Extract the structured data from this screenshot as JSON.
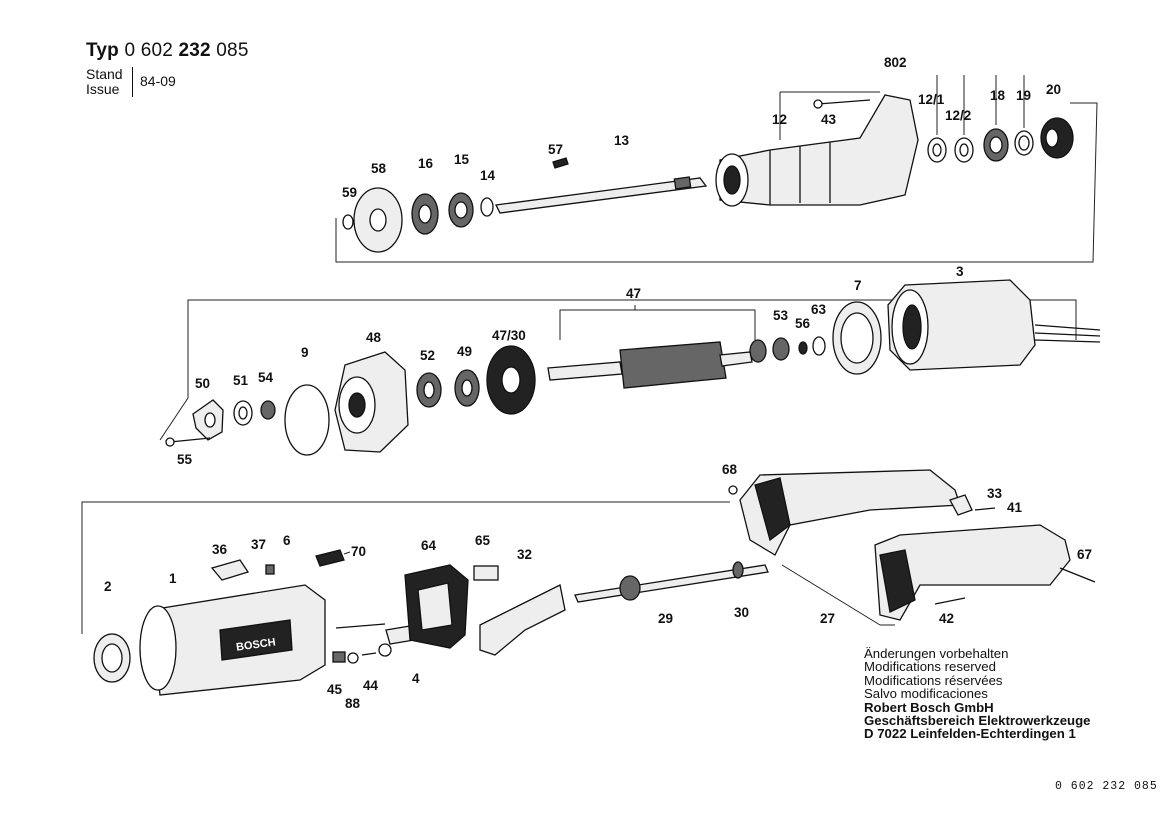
{
  "header": {
    "typ_label": "Typ",
    "typ_number_prefix": "0 602",
    "typ_number_bold": "232",
    "typ_number_suffix": "085",
    "stand_label": "Stand",
    "issue_label": "Issue",
    "stand_date": "84-09"
  },
  "notes": {
    "lines": [
      "Änderungen vorbehalten",
      "Modifications reserved",
      "Modifications réservées",
      "Salvo modificaciones"
    ],
    "company": [
      "Robert Bosch GmbH",
      "Geschäftsbereich Elektrowerkzeuge",
      "D 7022 Leinfelden-Echterdingen 1"
    ]
  },
  "footer_number": "0 602 232 085",
  "part_labels": {
    "p802": "802",
    "p12_1": "12/1",
    "p12_2": "12/2",
    "p18": "18",
    "p19": "19",
    "p20": "20",
    "p12": "12",
    "p43": "43",
    "p13": "13",
    "p57": "57",
    "p58": "58",
    "p16": "16",
    "p15": "15",
    "p14": "14",
    "p59": "59",
    "p47": "47",
    "p3": "3",
    "p7": "7",
    "p48": "48",
    "p9": "9",
    "p47_30": "47/30",
    "p53": "53",
    "p56": "56",
    "p63": "63",
    "p52": "52",
    "p49": "49",
    "p50": "50",
    "p51": "51",
    "p54": "54",
    "p55": "55",
    "p68": "68",
    "p33": "33",
    "p41": "41",
    "p36": "36",
    "p37": "37",
    "p6": "6",
    "p70": "70",
    "p64": "64",
    "p65": "65",
    "p32": "32",
    "p67": "67",
    "p2": "2",
    "p1": "1",
    "p29": "29",
    "p30": "30",
    "p27": "27",
    "p42": "42",
    "p45": "45",
    "p44": "44",
    "p88": "88",
    "p4": "4"
  },
  "brand_text": "BOSCH"
}
